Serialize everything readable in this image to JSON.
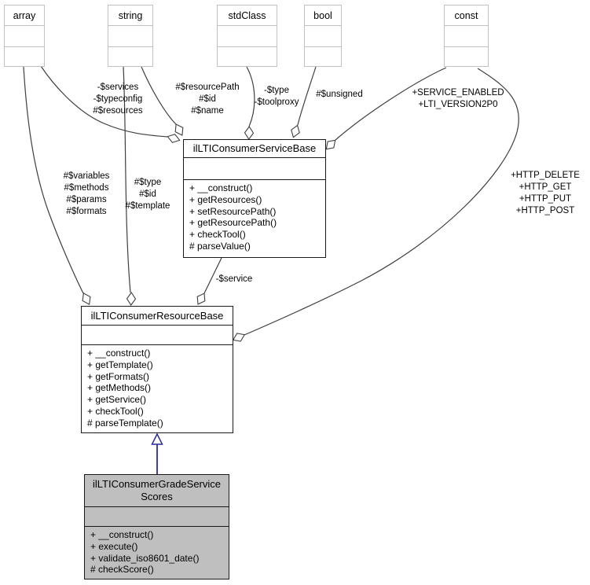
{
  "diagram": {
    "kind": "uml-collaboration-diagram",
    "colors": {
      "background": "#ffffff",
      "edge": "#3f3f3f",
      "inheritance": "#2b2b9a",
      "primitive_border": "#c1c1c1",
      "class_border": "#1a1a1a",
      "highlight_fill": "#bfbfbf"
    },
    "nodes": {
      "array": {
        "title": "array",
        "attributes": "",
        "operations": ""
      },
      "string": {
        "title": "string",
        "attributes": "",
        "operations": ""
      },
      "stdClass": {
        "title": "stdClass",
        "attributes": "",
        "operations": ""
      },
      "bool": {
        "title": "bool",
        "attributes": "",
        "operations": ""
      },
      "const": {
        "title": "const",
        "attributes": "",
        "operations": ""
      },
      "serviceBase": {
        "title": "ilLTIConsumerServiceBase",
        "attributes": "",
        "methods": [
          "+ __construct()",
          "+ getResources()",
          "+ setResourcePath()",
          "+ getResourcePath()",
          "+ checkTool()",
          "# parseValue()"
        ]
      },
      "resourceBase": {
        "title": "ilLTIConsumerResourceBase",
        "attributes": "",
        "methods": [
          "+ __construct()",
          "+ getTemplate()",
          "+ getFormats()",
          "+ getMethods()",
          "+ getService()",
          "+ checkTool()",
          "# parseTemplate()"
        ]
      },
      "gradeServiceScores": {
        "title": "ilLTIConsumerGradeService\nScores",
        "attributes": "",
        "methods": [
          "+ __construct()",
          "+ execute()",
          "+ validate_iso8601_date()",
          "# checkScore()"
        ]
      }
    },
    "edges": {
      "array_to_resourceBase": {
        "type": "aggregation",
        "label": "#$variables\n#$methods\n#$params\n#$formats"
      },
      "array_to_serviceBase": {
        "type": "aggregation",
        "label": "-$services\n-$typeconfig\n#$resources"
      },
      "string_to_resourceBase": {
        "type": "aggregation",
        "label": "#$type\n#$id\n#$template"
      },
      "string_to_serviceBase": {
        "type": "aggregation",
        "label": "#$resourcePath\n#$id\n#$name"
      },
      "stdClass_to_serviceBase": {
        "type": "aggregation",
        "label": "-$type\n-$toolproxy"
      },
      "bool_to_serviceBase": {
        "type": "aggregation",
        "label": "#$unsigned"
      },
      "const_to_serviceBase": {
        "type": "aggregation",
        "label": "+SERVICE_ENABLED\n+LTI_VERSION2P0"
      },
      "const_to_resourceBase": {
        "type": "aggregation",
        "label": "+HTTP_DELETE\n+HTTP_GET\n+HTTP_PUT\n+HTTP_POST"
      },
      "serviceBase_to_resourceBase": {
        "type": "aggregation",
        "label": "-$service"
      },
      "gradeServiceScores_to_resourceBase": {
        "type": "inheritance",
        "label": ""
      }
    }
  }
}
